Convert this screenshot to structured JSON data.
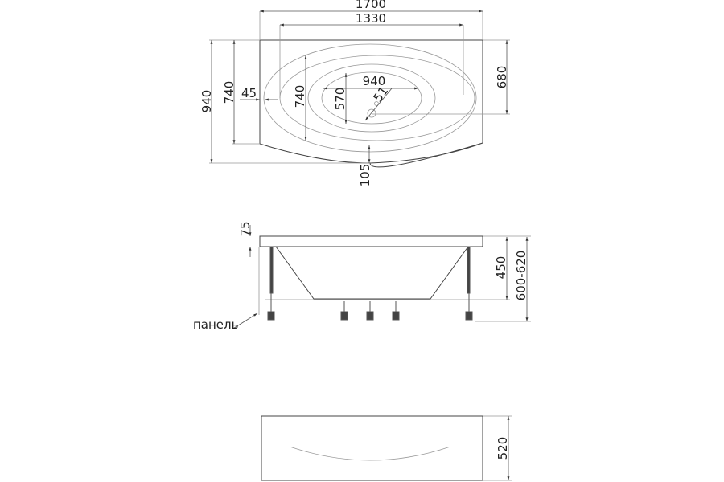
{
  "top_view": {
    "dims": {
      "overall_length": "1700",
      "inner_length": "1330",
      "overall_width": "940",
      "side_width": "740",
      "offset": "45",
      "bowl_width": "740",
      "bottom_width": "570",
      "bottom_length": "940",
      "drain": "51",
      "right_width": "680",
      "bulge": "105"
    }
  },
  "side_view": {
    "dims": {
      "rim": "75",
      "depth": "450",
      "height": "600-620"
    },
    "panel_label": "панель"
  },
  "front_view": {
    "dims": {
      "panel_height": "520"
    }
  }
}
